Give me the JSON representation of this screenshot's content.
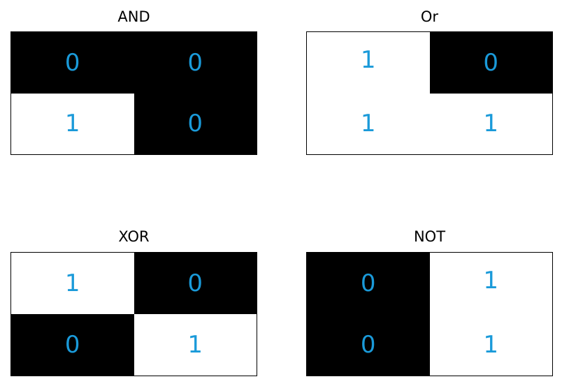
{
  "colors": {
    "black": "#000000",
    "white": "#ffffff",
    "value_text": "#1a9ad9"
  },
  "panels": [
    {
      "title": "AND",
      "cells": [
        {
          "value": "0",
          "fill": "black"
        },
        {
          "value": "0",
          "fill": "black"
        },
        {
          "value": "1",
          "fill": "white"
        },
        {
          "value": "0",
          "fill": "black"
        }
      ]
    },
    {
      "title": "Or",
      "cells": [
        {
          "value": "1",
          "fill": "white"
        },
        {
          "value": "0",
          "fill": "black"
        },
        {
          "value": "1",
          "fill": "white"
        },
        {
          "value": "1",
          "fill": "white"
        }
      ]
    },
    {
      "title": "XOR",
      "cells": [
        {
          "value": "1",
          "fill": "white"
        },
        {
          "value": "0",
          "fill": "black"
        },
        {
          "value": "0",
          "fill": "black"
        },
        {
          "value": "1",
          "fill": "white"
        }
      ]
    },
    {
      "title": "NOT",
      "cells": [
        {
          "value": "0",
          "fill": "black"
        },
        {
          "value": "1",
          "fill": "white"
        },
        {
          "value": "0",
          "fill": "black"
        },
        {
          "value": "1",
          "fill": "white"
        }
      ]
    }
  ]
}
